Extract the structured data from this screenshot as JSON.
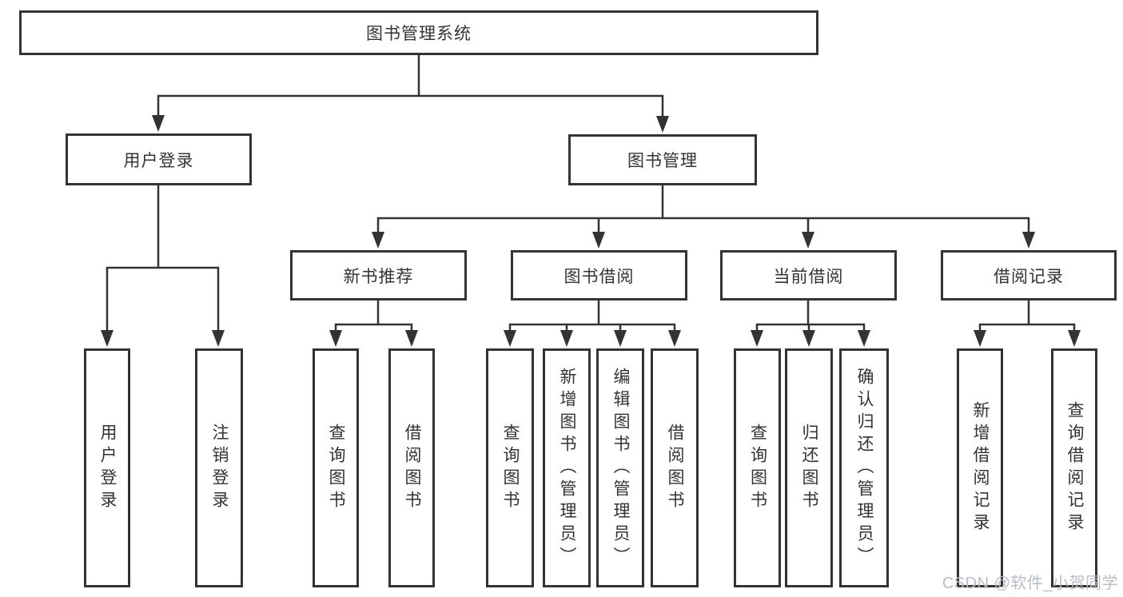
{
  "colors": {
    "line": "#333333",
    "box_border": "#333333",
    "text": "#333333",
    "background": "#ffffff",
    "watermark": "#b9bec6"
  },
  "watermark": {
    "text": "CSDN @软件_小贺同学"
  },
  "tree": {
    "root": {
      "label": "图书管理系统"
    },
    "branches": [
      {
        "label": "用户登录",
        "children": [
          {
            "label": "用户登录"
          },
          {
            "label": "注销登录"
          }
        ]
      },
      {
        "label": "图书管理",
        "sections": [
          {
            "label": "新书推荐",
            "children": [
              {
                "label": "查询图书"
              },
              {
                "label": "借阅图书"
              }
            ]
          },
          {
            "label": "图书借阅",
            "children": [
              {
                "label": "查询图书"
              },
              {
                "label": "新增图书（管理员）"
              },
              {
                "label": "编辑图书（管理员）"
              },
              {
                "label": "借阅图书"
              }
            ]
          },
          {
            "label": "当前借阅",
            "children": [
              {
                "label": "查询图书"
              },
              {
                "label": "归还图书"
              },
              {
                "label": "确认归还（管理员）"
              }
            ]
          },
          {
            "label": "借阅记录",
            "children": [
              {
                "label": "新增借阅记录"
              },
              {
                "label": "查询借阅记录"
              }
            ]
          }
        ]
      }
    ]
  }
}
